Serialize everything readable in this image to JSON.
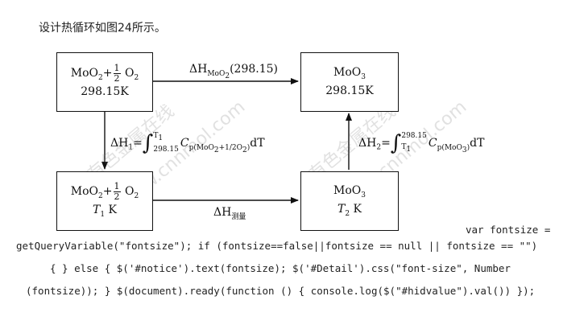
{
  "intro": "设计热循环如图24所示。",
  "diagram": {
    "box_top_left": {
      "formula_a": "MoO",
      "sub_a": "2",
      "plus": "+",
      "frac_num": "1",
      "frac_den": "2",
      "formula_b": "O",
      "sub_b": "2",
      "temp": "298.15K"
    },
    "box_top_right": {
      "formula": "MoO",
      "sub": "3",
      "temp": "298.15K"
    },
    "box_bottom_left": {
      "formula_a": "MoO",
      "sub_a": "2",
      "plus": "+",
      "frac_num": "1",
      "frac_den": "2",
      "formula_b": "O",
      "sub_b": "2",
      "temp_var": "T",
      "temp_sub": "1",
      "temp_unit": " K"
    },
    "box_bottom_right": {
      "formula": "MoO",
      "sub": "3",
      "temp_var": "T",
      "temp_sub": "2",
      "temp_unit": " K"
    },
    "arrow_top": {
      "delta": "ΔH",
      "sub": "MoO",
      "subsub": "2",
      "arg": "(298.15)"
    },
    "arrow_bottom": {
      "delta": "ΔH",
      "sub": "测量"
    },
    "arrow_left": {
      "delta": "ΔH",
      "sub": "1",
      "eq": "=",
      "upper": "T",
      "upper_sub": "1",
      "lower": "298.15",
      "cp": "C",
      "cp_sub": "p(MoO",
      "cp_sub2": "2",
      "cp_sub3": "+",
      "cp_frac": "1/2",
      "cp_sub4": "O",
      "cp_sub5": "2",
      "cp_sub6": ")",
      "dT": "dT"
    },
    "arrow_right": {
      "delta": "ΔH",
      "sub": "2",
      "eq": "=",
      "upper": "298.15",
      "lower": "T",
      "lower_sub": "1",
      "cp": "C",
      "cp_sub": "p(MoO",
      "cp_sub2": "3",
      "cp_sub3": ")",
      "dT": "dT"
    },
    "watermarks": [
      "有色金属在线",
      "www.cnnmol.com",
      "有色金属在线",
      "www.cnnmol.com"
    ]
  },
  "code_lines": [
    "var fontsize =",
    "getQueryVariable(\"fontsize\"); if (fontsize==false||fontsize == null || fontsize == \"\")",
    "{ } else { $('#notice').text(fontsize); $('#Detail').css(\"font-size\", Number",
    "(fontsize)); } $(document).ready(function () { console.log($(\"#hidvalue\").val()) });"
  ]
}
